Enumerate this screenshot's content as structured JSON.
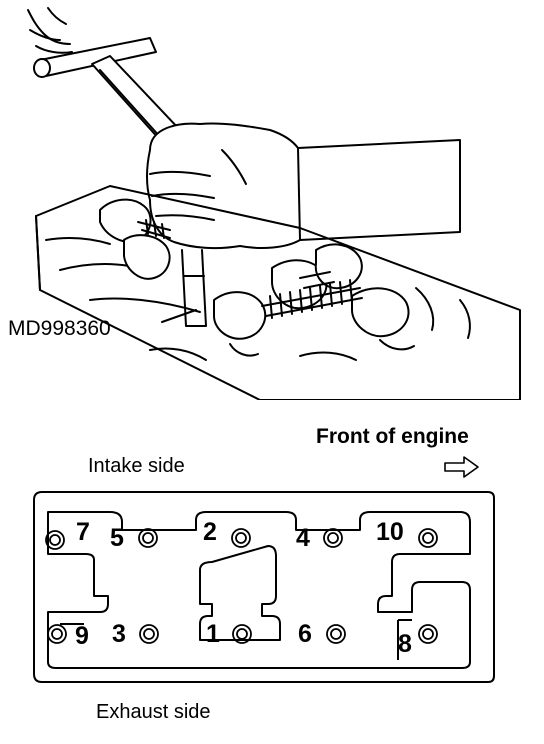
{
  "labels": {
    "tool": "MD998360",
    "front": "Front of engine",
    "intake": "Intake side",
    "exhaust": "Exhaust side"
  },
  "bolts": [
    {
      "number": "7"
    },
    {
      "number": "5"
    },
    {
      "number": "2"
    },
    {
      "number": "4"
    },
    {
      "number": "10"
    },
    {
      "number": "9"
    },
    {
      "number": "3"
    },
    {
      "number": "1"
    },
    {
      "number": "6"
    },
    {
      "number": "8"
    }
  ],
  "icons": {
    "direction": "arrow-right-outline-icon"
  }
}
